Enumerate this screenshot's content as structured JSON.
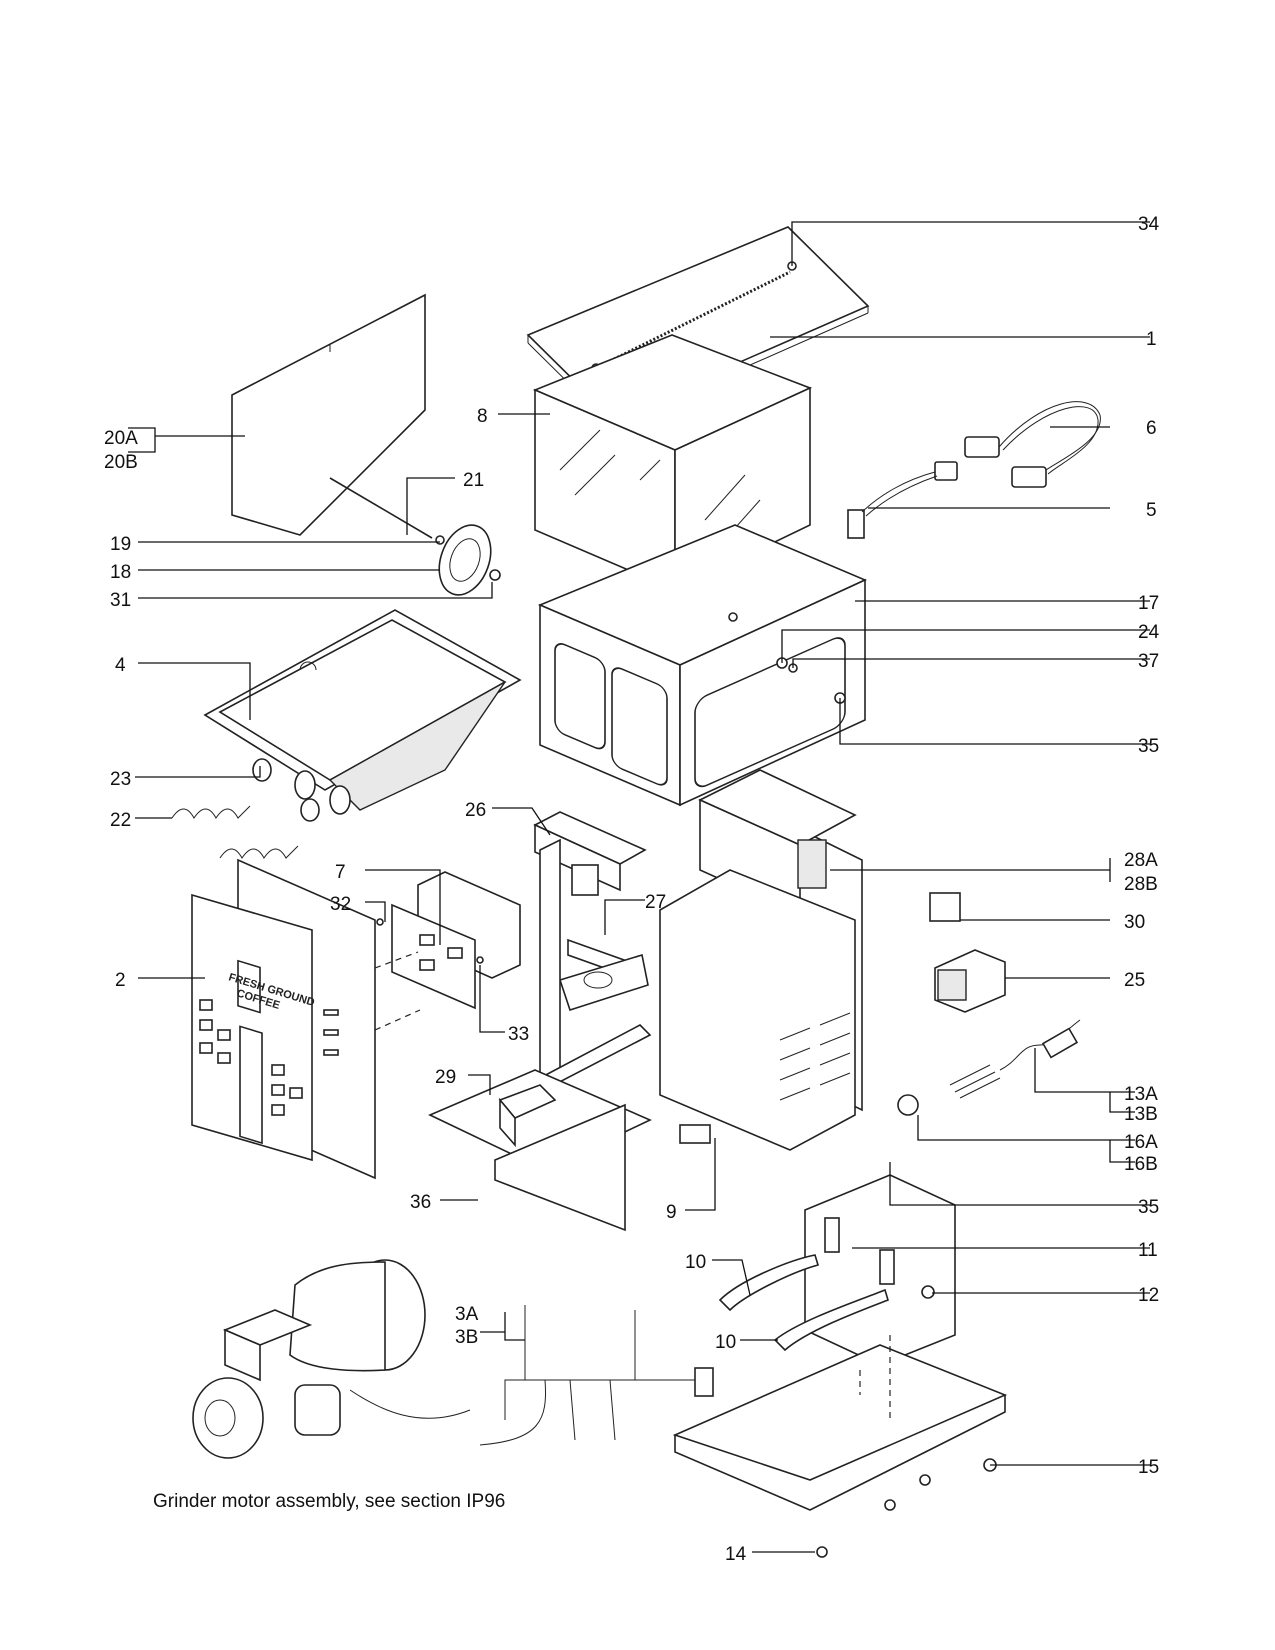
{
  "callouts": {
    "c1": "1",
    "c2": "2",
    "c3a": "3A",
    "c3b": "3B",
    "c4": "4",
    "c5": "5",
    "c6": "6",
    "c7": "7",
    "c8": "8",
    "c9": "9",
    "c10a": "10",
    "c10b": "10",
    "c11": "11",
    "c12": "12",
    "c13a": "13A",
    "c13b": "13B",
    "c14": "14",
    "c15": "15",
    "c16a": "16A",
    "c16b": "16B",
    "c17": "17",
    "c18": "18",
    "c19": "19",
    "c20a": "20A",
    "c20b": "20B",
    "c21": "21",
    "c22": "22",
    "c23": "23",
    "c24": "24",
    "c25": "25",
    "c26": "26",
    "c27": "27",
    "c28a": "28A",
    "c28b": "28B",
    "c29": "29",
    "c30": "30",
    "c31": "31",
    "c32": "32",
    "c33": "33",
    "c34": "34",
    "c35a": "35",
    "c35b": "35",
    "c36": "36",
    "c37": "37"
  },
  "panel_text": {
    "line1": "FRESH GROUND",
    "line2": "COFFEE"
  },
  "caption": "Grinder motor assembly, see section IP96"
}
